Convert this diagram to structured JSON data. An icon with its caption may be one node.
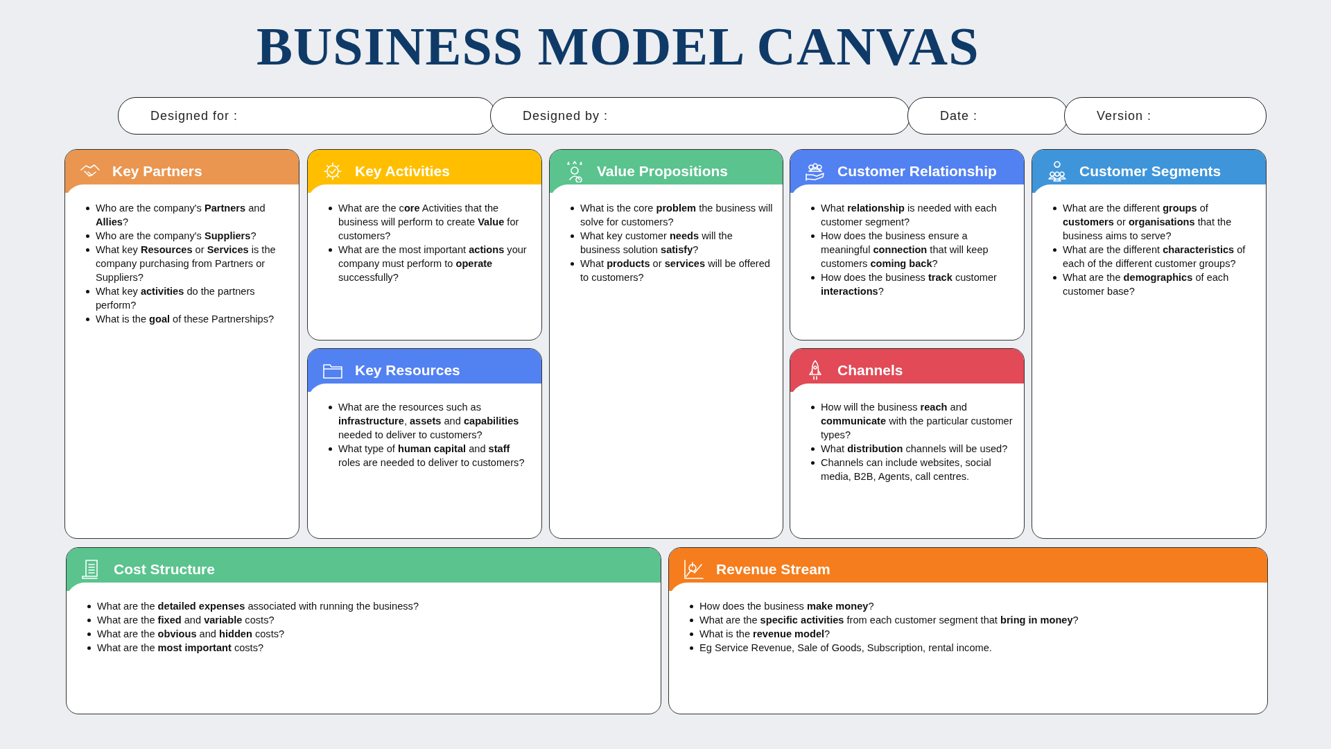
{
  "diagram": {
    "title": "BUSINESS MODEL CANVAS",
    "nodes": [
      {
        "text": [
          "Designed for :"
        ]
      },
      {
        "text": [
          "Designed by :"
        ]
      },
      {
        "text": [
          "Date :"
        ]
      },
      {
        "text": [
          "Version :"
        ]
      },
      {
        "text": [
          "Key Partners",
          "Who are the company's **Partners** and **Allies**?",
          "Who are the company's **Suppliers**?",
          "What key **Resources** or **Services** is the company purchasing from Partners or Suppliers?",
          "What key **activities** do the partners perform?",
          "What is the **goal** of these Partnerships?"
        ]
      },
      {
        "text": [
          "Key Activities",
          "What are the c**ore** Activities that the business will perform to create **Value** for customers?",
          "What are the most important **actions** your company must perform to **operate** successfully?"
        ]
      },
      {
        "text": [
          "Value Propositions",
          "What is the core **problem** the business will solve for customers?",
          "What key customer **needs** will the business solution **satisfy**?",
          "What **products** or **services** will be offered to customers?"
        ]
      },
      {
        "text": [
          "Customer Relationship",
          "What **relationship** is needed with each customer segment?",
          "How does the business ensure a meaningful **connection** that will keep customers **coming back**?",
          "How does the business **track** customer **interactions**?"
        ]
      },
      {
        "text": [
          "Customer Segments",
          "What are the different **groups** of **customers** or **organisations** that the business aims to serve?",
          "What are the different **characteristics** of each of the different customer groups?",
          "What are the **demographics** of each customer base?"
        ]
      },
      {
        "text": [
          "Key Resources",
          "What are the resources such as **infrastructure**, **assets** and **capabilities** needed to deliver to customers?",
          "What type of **human capital** and **staff** roles are needed to deliver to customers?"
        ]
      },
      {
        "text": [
          "Channels",
          "How will the business **reach** and **communicate** with the particular customer types?",
          "What **distribution** channels will be used?",
          "Channels can include websites, social media, B2B, Agents, call centres."
        ]
      },
      {
        "text": [
          "Cost Structure",
          "What are the **detailed expenses** associated with running the business?",
          "What are the **fixed** and **variable** costs?",
          "What are the **obvious** and **hidden** costs?",
          "What are the **most important** costs?"
        ]
      },
      {
        "text": [
          "Revenue Stream",
          "How does the business **make money**?",
          "What are the **specific activities** from each customer segment that **bring in money**?",
          "What is the **revenue model**?",
          "Eg Service Revenue, Sale of Goods, Subscription, rental income."
        ]
      }
    ]
  }
}
